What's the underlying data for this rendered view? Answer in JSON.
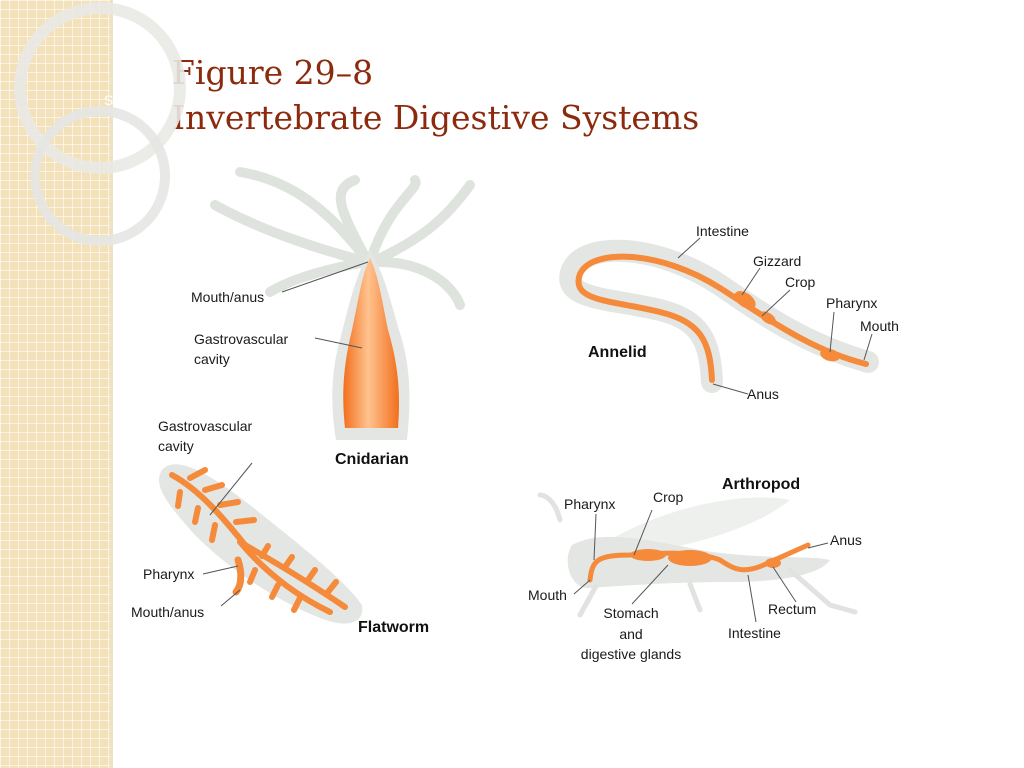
{
  "title": {
    "line1": "Figure 29–8",
    "line2": "Invertebrate Digestive Systems"
  },
  "sidebar": {
    "letter": "S"
  },
  "colors": {
    "title": "#8b2a0c",
    "gut": "#f58a3a",
    "body": "#e3e6e2",
    "sidebar": "#f3e2b9"
  },
  "organisms": {
    "cnidarian": {
      "name": "Cnidarian",
      "labels": {
        "mouth_anus": "Mouth/anus",
        "gastro_1": "Gastrovascular",
        "gastro_2": "cavity"
      }
    },
    "annelid": {
      "name": "Annelid",
      "labels": {
        "intestine": "Intestine",
        "gizzard": "Gizzard",
        "crop": "Crop",
        "pharynx": "Pharynx",
        "mouth": "Mouth",
        "anus": "Anus"
      }
    },
    "flatworm": {
      "name": "Flatworm",
      "labels": {
        "gastro_1": "Gastrovascular",
        "gastro_2": "cavity",
        "pharynx": "Pharynx",
        "mouth_anus": "Mouth/anus"
      }
    },
    "arthropod": {
      "name": "Arthropod",
      "labels": {
        "pharynx": "Pharynx",
        "crop": "Crop",
        "anus": "Anus",
        "mouth": "Mouth",
        "stomach_1": "Stomach",
        "stomach_2": "and",
        "stomach_3": "digestive glands",
        "rectum": "Rectum",
        "intestine": "Intestine"
      }
    }
  }
}
